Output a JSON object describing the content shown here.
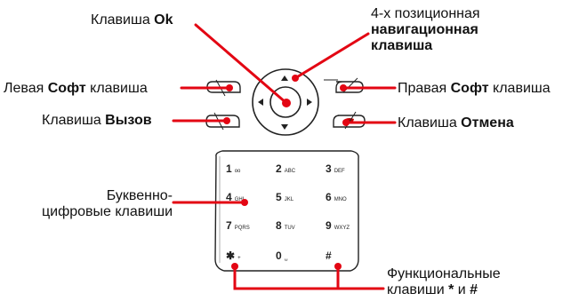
{
  "labels": {
    "ok_key": {
      "text": "Клавиша ",
      "bold": "Ok"
    },
    "nav_key": {
      "line1": "4-х позиционная",
      "line2_bold": "навигационная",
      "line3_bold": "клавиша"
    },
    "left_soft": {
      "text": "Левая ",
      "bold": "Софт",
      "suffix": " клавиша"
    },
    "right_soft": {
      "text": "Правая ",
      "bold": "Софт",
      "suffix": " клавиша"
    },
    "call_key": {
      "text": "Клавиша ",
      "bold": "Вызов"
    },
    "end_key": {
      "text": "Клавиша ",
      "bold": "Отмена"
    },
    "alnum_keys": {
      "line1": "Буквенно-",
      "line2": "цифровые клавиши"
    },
    "func_keys": {
      "line1": "Функциональные",
      "line2_text": "клавиши ",
      "line2_bold1": "*",
      "line2_mid": " и ",
      "line2_bold2": "#"
    }
  },
  "keypad": {
    "rows": [
      [
        {
          "digit": "1",
          "letters": "oo"
        },
        {
          "digit": "2",
          "letters": "ABC"
        },
        {
          "digit": "3",
          "letters": "DEF"
        }
      ],
      [
        {
          "digit": "4",
          "letters": "GHI"
        },
        {
          "digit": "5",
          "letters": "JKL"
        },
        {
          "digit": "6",
          "letters": "MNO"
        }
      ],
      [
        {
          "digit": "7",
          "letters": "PQRS"
        },
        {
          "digit": "8",
          "letters": "TUV"
        },
        {
          "digit": "9",
          "letters": "WXYZ"
        }
      ],
      [
        {
          "digit": "✱",
          "letters": "+"
        },
        {
          "digit": "0",
          "letters": "␣"
        },
        {
          "digit": "#",
          "letters": ""
        }
      ]
    ]
  },
  "colors": {
    "leader_line": "#e30613",
    "key_outline": "#222222",
    "text": "#111111"
  },
  "icons": [
    "nav-arrow-up-icon",
    "nav-arrow-down-icon",
    "nav-arrow-left-icon",
    "nav-arrow-right-icon",
    "call-handset-icon",
    "end-handset-icon"
  ]
}
